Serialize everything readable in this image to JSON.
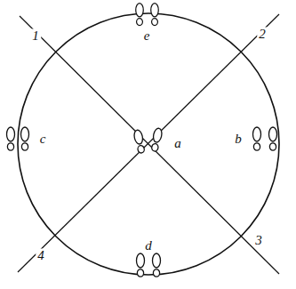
{
  "diagram": {
    "labels": [
      "1",
      "e",
      "2",
      "c",
      "a",
      "b",
      "4",
      "d",
      "3"
    ]
  }
}
